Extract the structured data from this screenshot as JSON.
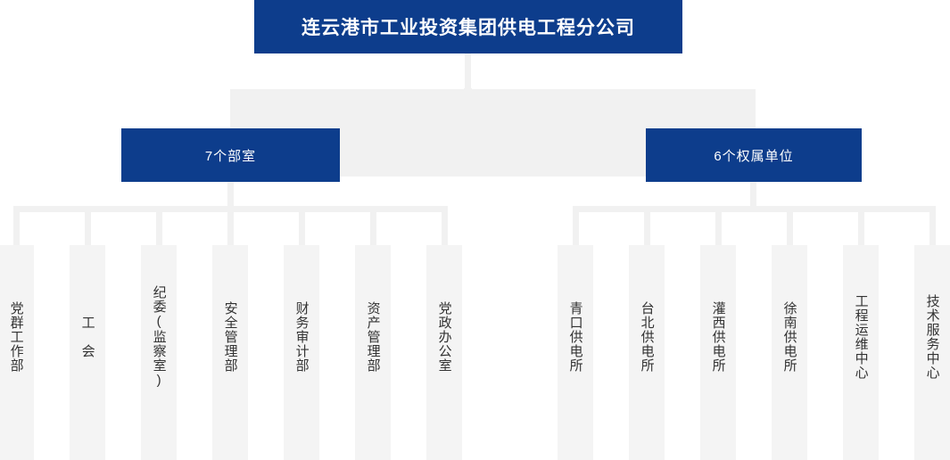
{
  "colors": {
    "node_blue": "#0d3d8c",
    "connector_gray": "#f1f1f1",
    "leaf_gray": "#f4f4f4",
    "leaf_text": "#333333",
    "background": "#ffffff"
  },
  "root": {
    "label": "连云港市工业投资集团供电工程分公司"
  },
  "branches": [
    {
      "label": "7个部室",
      "children": [
        {
          "label": "党群工作部"
        },
        {
          "label": "工　会"
        },
        {
          "label": "纪委(监察室)"
        },
        {
          "label": "安全管理部"
        },
        {
          "label": "财务审计部"
        },
        {
          "label": "资产管理部"
        },
        {
          "label": "党政办公室"
        }
      ]
    },
    {
      "label": "6个权属单位",
      "children": [
        {
          "label": "青口供电所"
        },
        {
          "label": "台北供电所"
        },
        {
          "label": "灌西供电所"
        },
        {
          "label": "徐南供电所"
        },
        {
          "label": "工程运维中心"
        },
        {
          "label": "技术服务中心"
        }
      ]
    }
  ]
}
